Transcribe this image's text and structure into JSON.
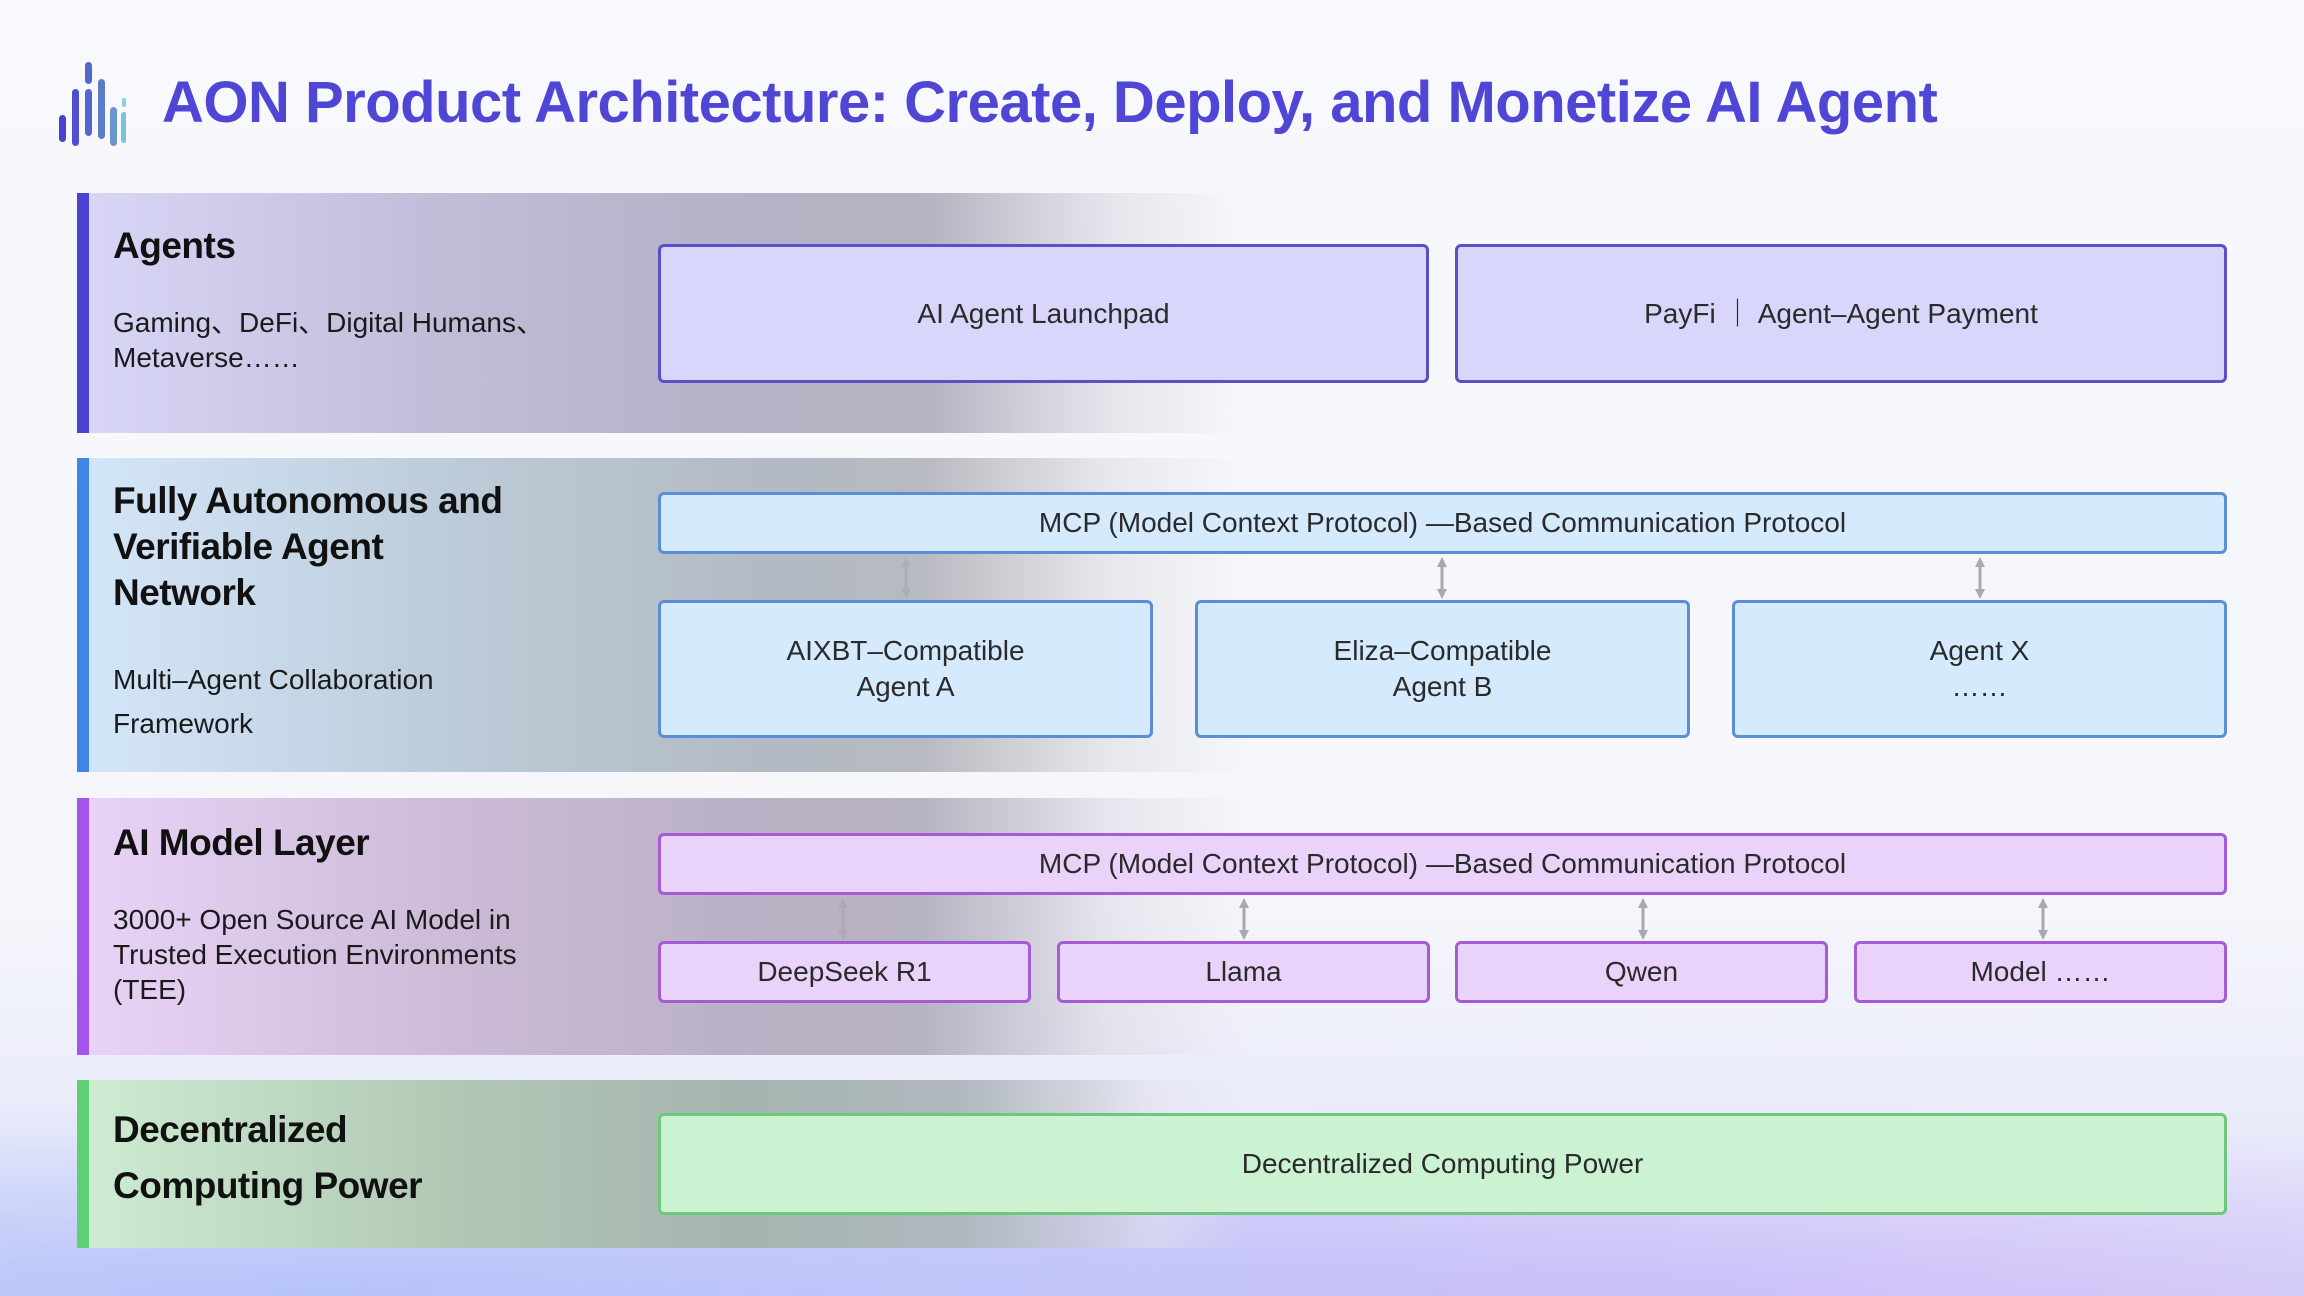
{
  "title": "AON Product Architecture: Create, Deploy, and Monetize AI Agent",
  "logo_icon": "bar-waveform-logo",
  "colors": {
    "title": "#4f46d6",
    "agents_accent": "#4b44d3",
    "network_accent": "#3d86e8",
    "model_accent": "#a552ee",
    "compute_accent": "#5ecf73"
  },
  "layers": {
    "agents": {
      "title": "Agents",
      "description_line1": "Gaming、DeFi、Digital Humans、",
      "description_line2": "Metaverse……",
      "boxes": [
        "AI Agent Launchpad",
        "PayFi ｜ Agent–Agent Payment"
      ]
    },
    "network": {
      "title_line1": "Fully Autonomous and",
      "title_line2": "Verifiable Agent",
      "title_line3": "Network",
      "description_line1": "Multi–Agent Collaboration",
      "description_line2": "Framework",
      "protocol": "MCP (Model Context Protocol) —Based Communication Protocol",
      "agents": [
        {
          "line1": "AIXBT–Compatible",
          "line2": "Agent A"
        },
        {
          "line1": "Eliza–Compatible",
          "line2": "Agent B"
        },
        {
          "line1": "Agent X",
          "line2": "……"
        }
      ]
    },
    "model": {
      "title": "AI Model Layer",
      "description_line1": "3000+ Open Source AI Model in",
      "description_line2": "Trusted Execution Environments",
      "description_line3": "(TEE)",
      "protocol": "MCP (Model Context Protocol) —Based Communication Protocol",
      "models": [
        "DeepSeek R1",
        "Llama",
        "Qwen",
        "Model ……"
      ]
    },
    "compute": {
      "title_line1": "Decentralized",
      "title_line2": "Computing Power",
      "box": "Decentralized Computing Power"
    }
  }
}
